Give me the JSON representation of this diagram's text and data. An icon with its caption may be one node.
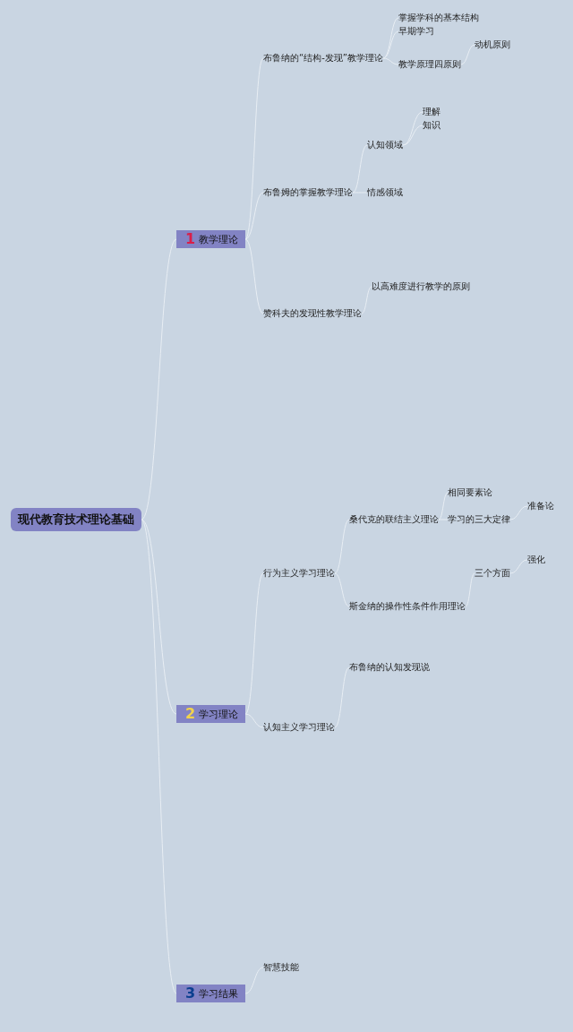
{
  "diagram": {
    "nodes": [
      {
        "text": [
          "现代教育技术理论基础"
        ]
      },
      {
        "text": [
          "1",
          "教学理论"
        ]
      },
      {
        "text": [
          "布鲁纳的“结构-发现”教学理论"
        ]
      },
      {
        "text": [
          "掌握学科的基本结构"
        ]
      },
      {
        "text": [
          "早期学习"
        ]
      },
      {
        "text": [
          "教学原理四原则"
        ]
      },
      {
        "text": [
          "动机原则"
        ]
      },
      {
        "text": [
          "布鲁姆的掌握教学理论"
        ]
      },
      {
        "text": [
          "认知领域"
        ]
      },
      {
        "text": [
          "理解"
        ]
      },
      {
        "text": [
          "知识"
        ]
      },
      {
        "text": [
          "情感领域"
        ]
      },
      {
        "text": [
          "赞科夫的发现性教学理论"
        ]
      },
      {
        "text": [
          "以高难度进行教学的原则"
        ]
      },
      {
        "text": [
          "2",
          "学习理论"
        ]
      },
      {
        "text": [
          "行为主义学习理论"
        ]
      },
      {
        "text": [
          "桑代克的联结主义理论"
        ]
      },
      {
        "text": [
          "相同要素论"
        ]
      },
      {
        "text": [
          "学习的三大定律"
        ]
      },
      {
        "text": [
          "准备论"
        ]
      },
      {
        "text": [
          "斯金纳的操作性条件作用理论"
        ]
      },
      {
        "text": [
          "三个方面"
        ]
      },
      {
        "text": [
          "强化"
        ]
      },
      {
        "text": [
          "认知主义学习理论"
        ]
      },
      {
        "text": [
          "布鲁纳的认知发现说"
        ]
      },
      {
        "text": [
          "3",
          "学习结果"
        ]
      },
      {
        "text": [
          "智慧技能"
        ]
      }
    ],
    "edges": [
      {
        "from": 0,
        "to": 1,
        "arrow": "none"
      },
      {
        "from": 0,
        "to": 14,
        "arrow": "none"
      },
      {
        "from": 0,
        "to": 25,
        "arrow": "none"
      },
      {
        "from": 1,
        "to": 2,
        "arrow": "none"
      },
      {
        "from": 1,
        "to": 7,
        "arrow": "none"
      },
      {
        "from": 1,
        "to": 12,
        "arrow": "none"
      },
      {
        "from": 2,
        "to": 3,
        "arrow": "none"
      },
      {
        "from": 2,
        "to": 4,
        "arrow": "none"
      },
      {
        "from": 2,
        "to": 5,
        "arrow": "none"
      },
      {
        "from": 5,
        "to": 6,
        "arrow": "none"
      },
      {
        "from": 7,
        "to": 8,
        "arrow": "none"
      },
      {
        "from": 7,
        "to": 11,
        "arrow": "none"
      },
      {
        "from": 8,
        "to": 9,
        "arrow": "none"
      },
      {
        "from": 8,
        "to": 10,
        "arrow": "none"
      },
      {
        "from": 12,
        "to": 13,
        "arrow": "none"
      },
      {
        "from": 14,
        "to": 15,
        "arrow": "none"
      },
      {
        "from": 14,
        "to": 23,
        "arrow": "none"
      },
      {
        "from": 15,
        "to": 16,
        "arrow": "none"
      },
      {
        "from": 15,
        "to": 20,
        "arrow": "none"
      },
      {
        "from": 16,
        "to": 17,
        "arrow": "none"
      },
      {
        "from": 16,
        "to": 18,
        "arrow": "none"
      },
      {
        "from": 18,
        "to": 19,
        "arrow": "none"
      },
      {
        "from": 20,
        "to": 21,
        "arrow": "none"
      },
      {
        "from": 21,
        "to": 22,
        "arrow": "none"
      },
      {
        "from": 23,
        "to": 24,
        "arrow": "none"
      },
      {
        "from": 25,
        "to": 26,
        "arrow": "none"
      }
    ]
  }
}
